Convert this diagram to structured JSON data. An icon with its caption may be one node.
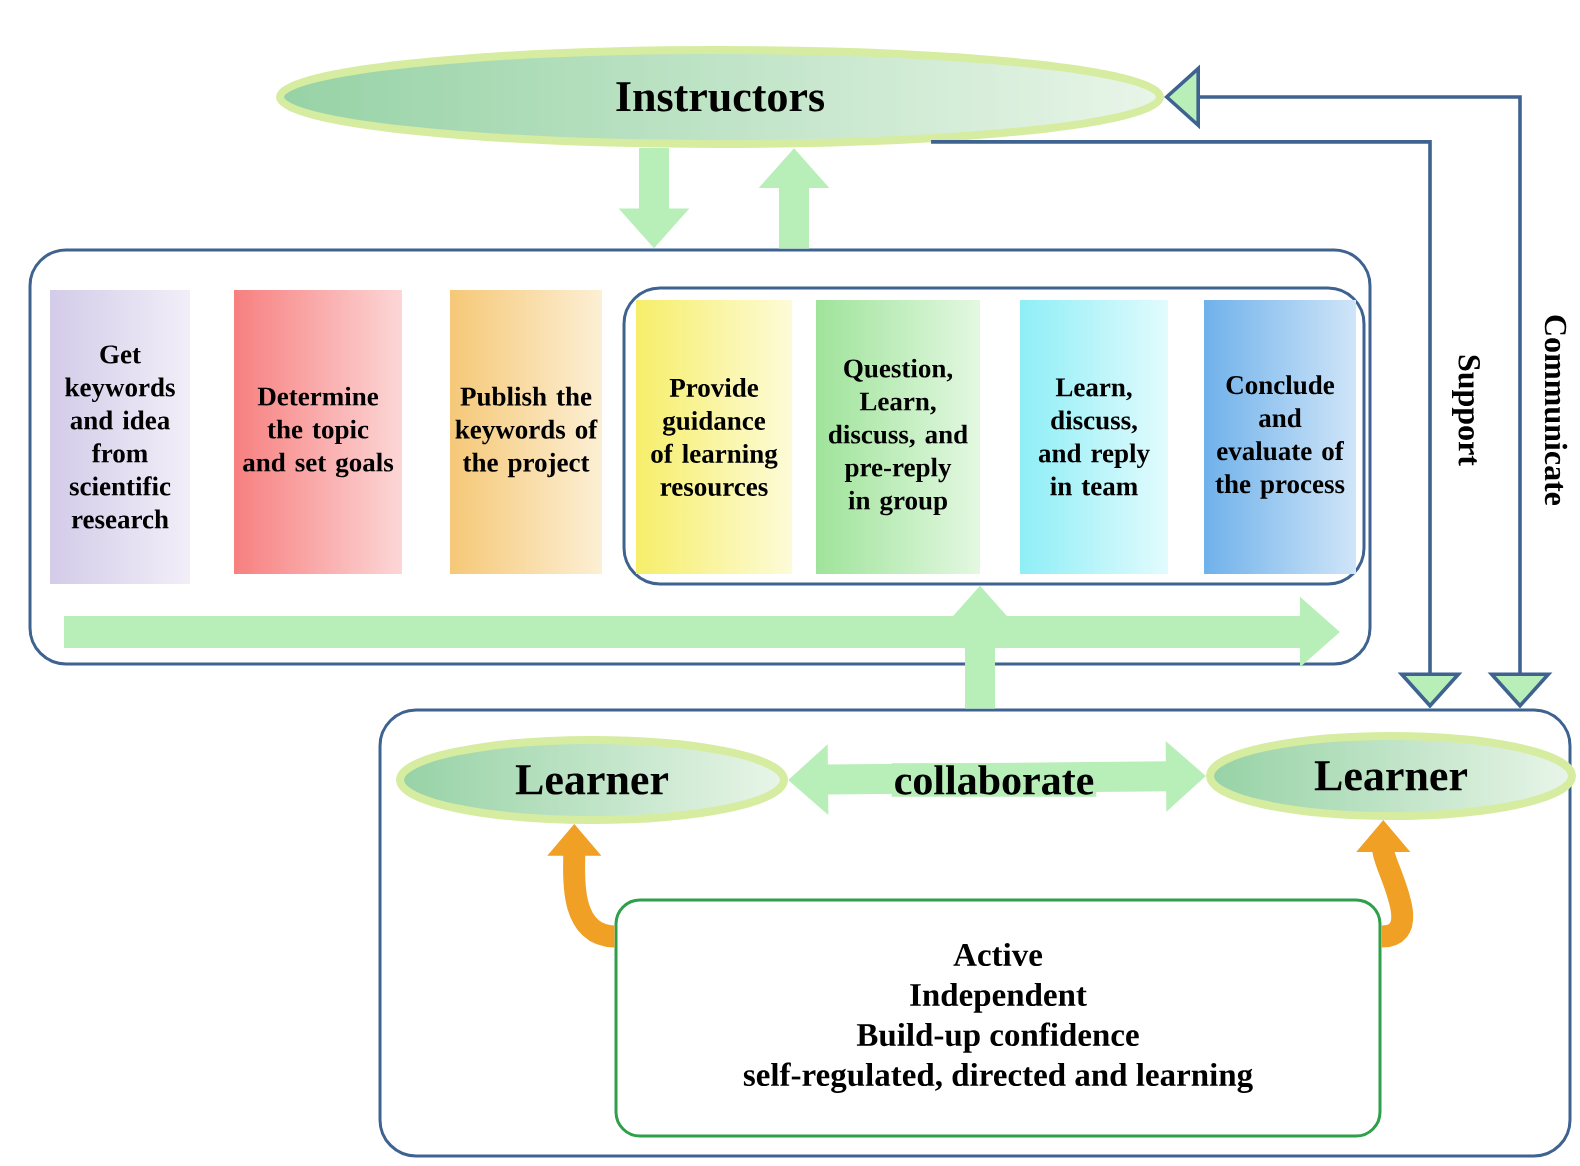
{
  "diagram": {
    "nodes": [
      {
        "text": [
          "Instructors"
        ]
      },
      {
        "text": [],
        "shape": "box"
      },
      {
        "text": [
          "Get keywords and idea from scientific research"
        ],
        "in": 1
      },
      {
        "text": [
          "Determine the topic and set goals"
        ],
        "in": 1
      },
      {
        "text": [
          "Publish the keywords of the project"
        ],
        "in": 1
      },
      {
        "text": [],
        "shape": "box",
        "in": 1
      },
      {
        "text": [
          "Provide guidance of learning resources"
        ],
        "in": 5
      },
      {
        "text": [
          "Question, Learn, discuss, and pre-reply in group"
        ],
        "in": 5
      },
      {
        "text": [
          "Learn, discuss, and reply in team"
        ],
        "in": 5
      },
      {
        "text": [
          "Conclude and evaluate of the process"
        ],
        "in": 5
      },
      {
        "text": [],
        "shape": "box"
      },
      {
        "text": [
          "Learner"
        ],
        "in": 10
      },
      {
        "text": [
          "Learner"
        ],
        "in": 10
      },
      {
        "text": [
          "Active",
          "Independent",
          "Build-up confidence",
          "self-regulated, directed and learning"
        ],
        "in": 10
      }
    ],
    "edges": [
      {
        "from": 0,
        "to": 1,
        "arrow": "to"
      },
      {
        "from": 1,
        "to": 0,
        "arrow": "to"
      },
      {
        "from": 0,
        "to": 10,
        "arrow": "to",
        "label": "Support",
        "color": "#3f6391"
      },
      {
        "from": 10,
        "to": 0,
        "arrow": "both",
        "label": "Communicate",
        "color": "#3f6391"
      },
      {
        "from": 10,
        "to": 5,
        "arrow": "to"
      },
      {
        "from": 11,
        "to": 12,
        "arrow": "both",
        "label": "collaborate"
      },
      {
        "from": 13,
        "to": 11,
        "arrow": "to",
        "color": "#f0a024"
      },
      {
        "from": 13,
        "to": 12,
        "arrow": "to",
        "color": "#f0a024"
      }
    ]
  }
}
